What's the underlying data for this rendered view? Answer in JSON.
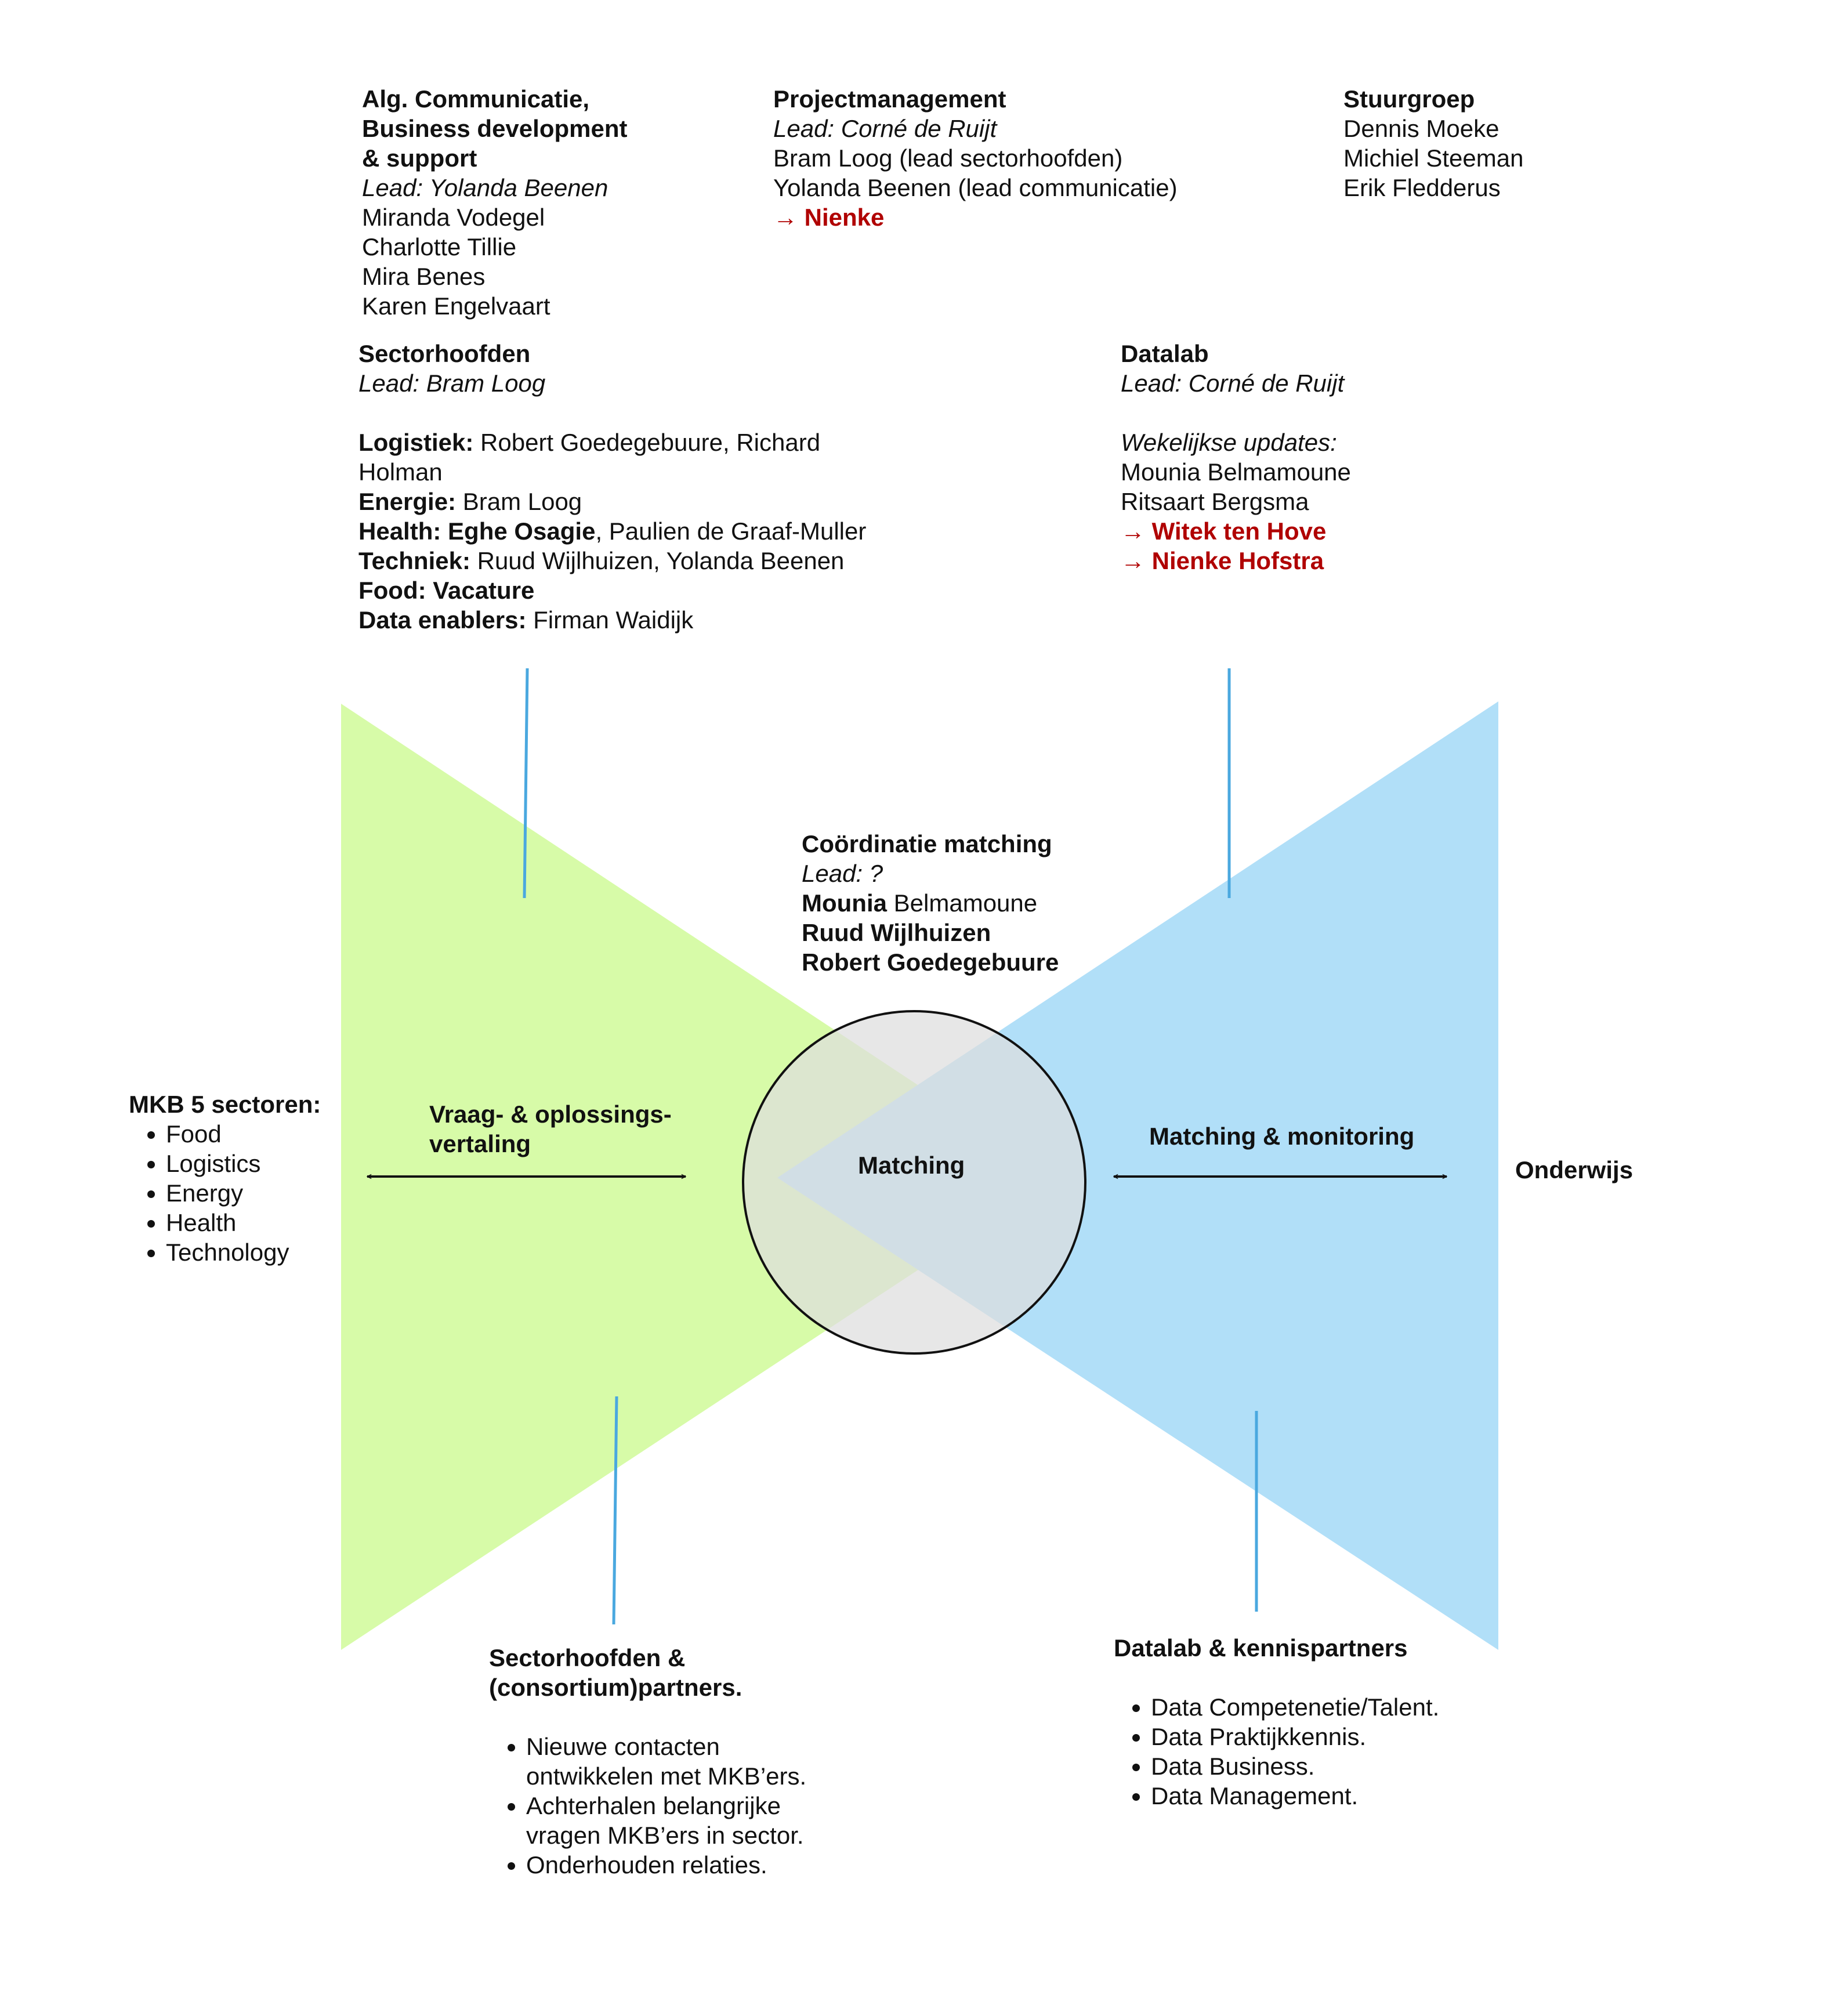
{
  "colors": {
    "left_triangle": "#d7fba8",
    "right_triangle": "#b1dff8",
    "circle_fill": "#dedede",
    "connector": "#4aa8df",
    "arrow": "#111111",
    "highlight": "#b00000"
  },
  "comm": {
    "title_lines": [
      "Alg. Communicatie,",
      "Business development",
      "& support"
    ],
    "lead": "Lead: Yolanda Beenen",
    "members": [
      "Miranda Vodegel",
      "Charlotte Tillie",
      "Mira Benes",
      "Karen Engelvaart"
    ]
  },
  "pm": {
    "title": "Projectmanagement",
    "lead": "Lead: Corné de Ruijt",
    "members": [
      "Bram Loog (lead sectorhoofden)",
      "Yolanda Beenen (lead communicatie)"
    ],
    "highlight": "→ Nienke"
  },
  "stuurgroep": {
    "title": "Stuurgroep",
    "members": [
      "Dennis Moeke",
      "Michiel Steeman",
      "Erik Fledderus"
    ]
  },
  "sectorhoofden": {
    "title": "Sectorhoofden",
    "lead": "Lead: Bram Loog",
    "rows": [
      {
        "label": "Logistiek:",
        "text": "Robert Goedegebuure, Richard"
      },
      {
        "label": "",
        "text": "Holman"
      },
      {
        "label": "Energie:",
        "text": "Bram Loog"
      },
      {
        "label": "Health:",
        "bold_text": "Eghe Osagie",
        "text": ", Paulien de Graaf-Muller"
      },
      {
        "label": "Techniek:",
        "text": "Ruud Wijlhuizen, Yolanda Beenen"
      },
      {
        "label": "Food:",
        "bold_text": "Vacature",
        "text": ""
      },
      {
        "label": "Data enablers:",
        "text": "Firman Waidijk"
      }
    ]
  },
  "datalab": {
    "title": "Datalab",
    "lead": "Lead: Corné de Ruijt",
    "updates_label": "Wekelijkse updates:",
    "members": [
      "Mounia Belmamoune",
      "Ritsaart Bergsma"
    ],
    "highlights": [
      "→ Witek ten Hove",
      "→ Nienke Hofstra"
    ]
  },
  "coordinatie": {
    "title": "Coördinatie matching",
    "lead": "Lead: ?",
    "member1_bold": "Mounia",
    "member1_rest": " Belmamoune",
    "members_bold": [
      "Ruud Wijlhuizen",
      "Robert Goedegebuure"
    ]
  },
  "mkb": {
    "title": "MKB 5 sectoren:",
    "items": [
      "Food",
      "Logistics",
      "Energy",
      "Health",
      "Technology"
    ]
  },
  "vraag_label_lines": [
    "Vraag- & oplossings-",
    "vertaling"
  ],
  "matching_label": "Matching",
  "monitoring_label": "Matching & monitoring",
  "onderwijs_label": "Onderwijs",
  "partners": {
    "title_lines": [
      "Sectorhoofden &",
      "(consortium)partners."
    ],
    "items": [
      [
        "Nieuwe contacten",
        "ontwikkelen met MKB’ers."
      ],
      [
        "Achterhalen belangrijke",
        "vragen MKB’ers in sector."
      ],
      [
        "Onderhouden relaties."
      ]
    ]
  },
  "kennis": {
    "title": "Datalab & kennispartners",
    "items": [
      "Data Competenetie/Talent.",
      "Data Praktijkkennis.",
      "Data Business.",
      "Data Management."
    ]
  }
}
